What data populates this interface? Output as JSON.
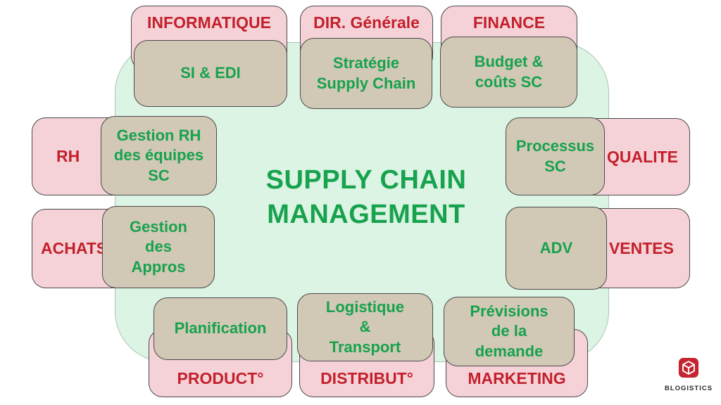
{
  "center": {
    "title": "SUPPLY CHAIN\nMANAGEMENT"
  },
  "nodes": {
    "informatique": {
      "dept": "INFORMATIQUE",
      "func": "SI & EDI"
    },
    "direction": {
      "dept": "DIR. Générale",
      "func": "Stratégie\nSupply Chain"
    },
    "finance": {
      "dept": "FINANCE",
      "func": "Budget &\ncoûts SC"
    },
    "rh": {
      "dept": "RH",
      "func": "Gestion RH\ndes équipes\nSC"
    },
    "achats": {
      "dept": "ACHATS",
      "func": "Gestion\ndes\nAppros"
    },
    "qualite": {
      "dept": "QUALITE",
      "func": "Processus\nSC"
    },
    "ventes": {
      "dept": "VENTES",
      "func": "ADV"
    },
    "production": {
      "dept": "PRODUCT°",
      "func": "Planification"
    },
    "distribution": {
      "dept": "DISTRIBUT°",
      "func": "Logistique\n&\nTransport"
    },
    "marketing": {
      "dept": "MARKETING",
      "func": "Prévisions\nde la\ndemande"
    }
  },
  "logo": {
    "brand": "BLOGISTICS"
  },
  "colors": {
    "dept_fill": "#f5d2d8",
    "dept_text": "#c3202b",
    "func_fill": "#d2c8b6",
    "func_text": "#17a24e",
    "panel_fill": "#dcf4e4",
    "logo_red": "#c42430"
  }
}
